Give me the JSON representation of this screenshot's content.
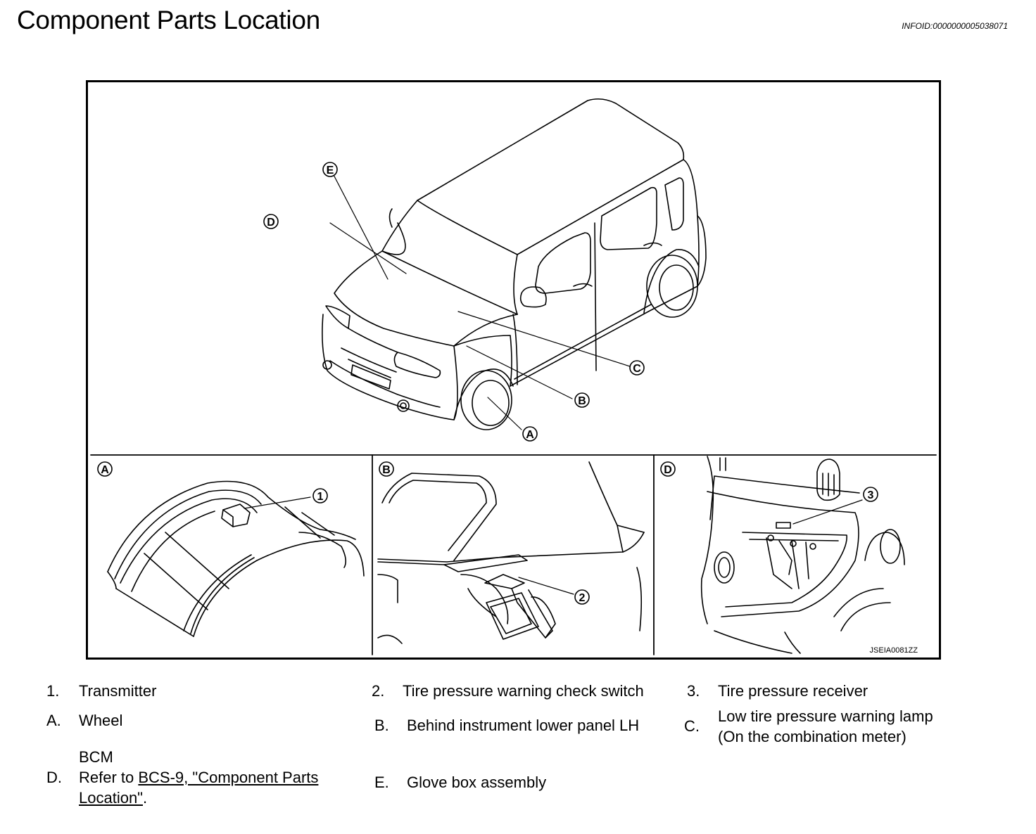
{
  "header": {
    "title": "Component Parts Location",
    "info_id": "INFOID:0000000005038071"
  },
  "figure": {
    "image_code": "JSEIA0081ZZ",
    "callouts": {
      "A": "A",
      "B": "B",
      "C": "C",
      "D": "D",
      "E": "E",
      "n1": "1",
      "n2": "2",
      "n3": "3"
    },
    "panels": {
      "A": "A",
      "B": "B",
      "D": "D"
    }
  },
  "legend": {
    "item1": {
      "num": "1.",
      "text": "Transmitter"
    },
    "item2": {
      "num": "2.",
      "text": "Tire pressure warning check switch"
    },
    "item3": {
      "num": "3.",
      "text": "Tire pressure receiver"
    },
    "itemA": {
      "num": "A.",
      "text": "Wheel"
    },
    "itemB": {
      "num": "B.",
      "text": "Behind instrument lower panel LH"
    },
    "itemC": {
      "num": "C.",
      "line1": "Low tire pressure warning lamp",
      "line2": "(On the combination meter)"
    },
    "itemD": {
      "num": "D.",
      "line1": "BCM",
      "line2_prefix": "Refer to ",
      "link_part1": "BCS-9, \"Component Parts ",
      "link_part2": "Location\"",
      "suffix": "."
    },
    "itemE": {
      "num": "E.",
      "text": "Glove box assembly"
    }
  }
}
